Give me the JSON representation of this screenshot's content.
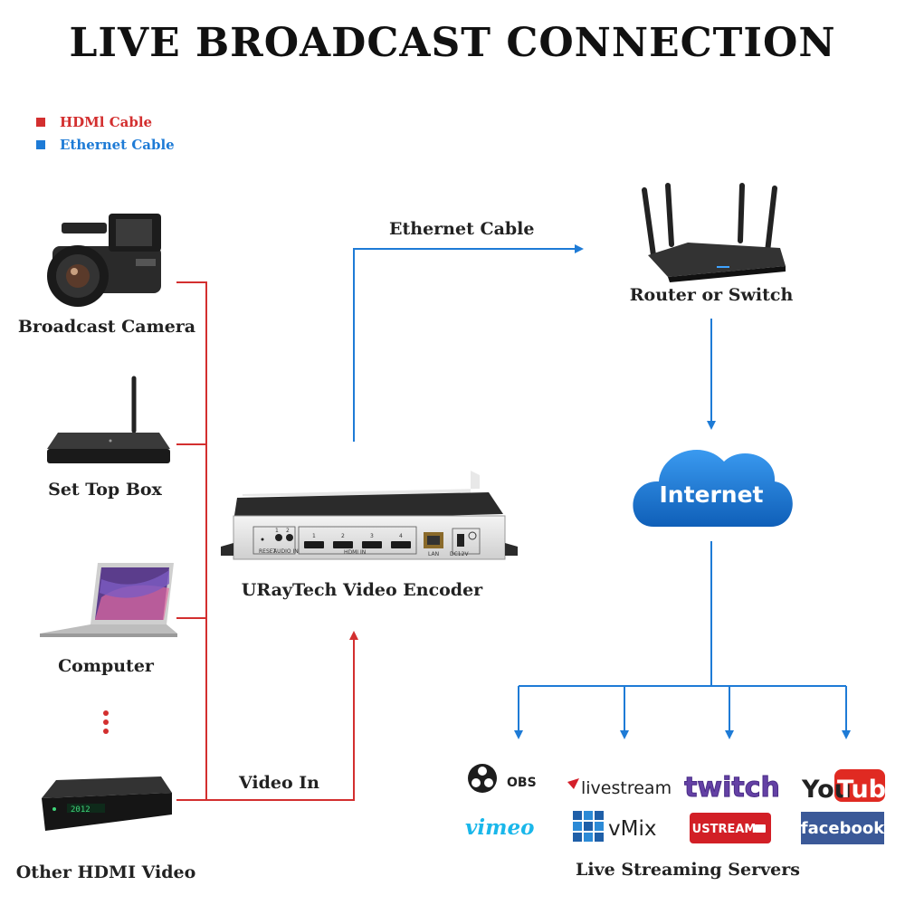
{
  "title": "LIVE BROADCAST CONNECTION",
  "legend": [
    {
      "label": "HDMl Cable",
      "color": "#d32f2f"
    },
    {
      "label": "Ethernet Cable",
      "color": "#1e7bd6"
    }
  ],
  "sources": [
    {
      "label": "Broadcast Camera",
      "icon": "camera-icon"
    },
    {
      "label": "Set Top Box",
      "icon": "set-top-box-icon"
    },
    {
      "label": "Computer",
      "icon": "laptop-icon"
    },
    {
      "label": "Other HDMI Video",
      "icon": "media-player-icon"
    }
  ],
  "encoder": {
    "label": "URayTech Video Encoder",
    "ports": {
      "reset": "RESET",
      "audio": "AUDIO IN",
      "hdmi": "HDMI IN",
      "lan": "LAN",
      "dc": "DC12V",
      "audio_nums": [
        "1",
        "2"
      ],
      "hdmi_nums": [
        "1",
        "2",
        "3",
        "4"
      ]
    }
  },
  "edges": {
    "ethernet": "Ethernet Cable",
    "video_in": "Video In"
  },
  "router": {
    "label": "Router or Switch"
  },
  "internet": {
    "label": "Internet"
  },
  "servers": {
    "label": "Live Streaming Servers",
    "logos": [
      "OBS",
      "livestream",
      "twitch",
      "YouTube",
      "vimeo",
      "vMix",
      "USTREAM",
      "facebook"
    ]
  },
  "colors": {
    "hdmi": "#d32f2f",
    "ethernet": "#1e7bd6",
    "cloud": "#1677d2"
  }
}
